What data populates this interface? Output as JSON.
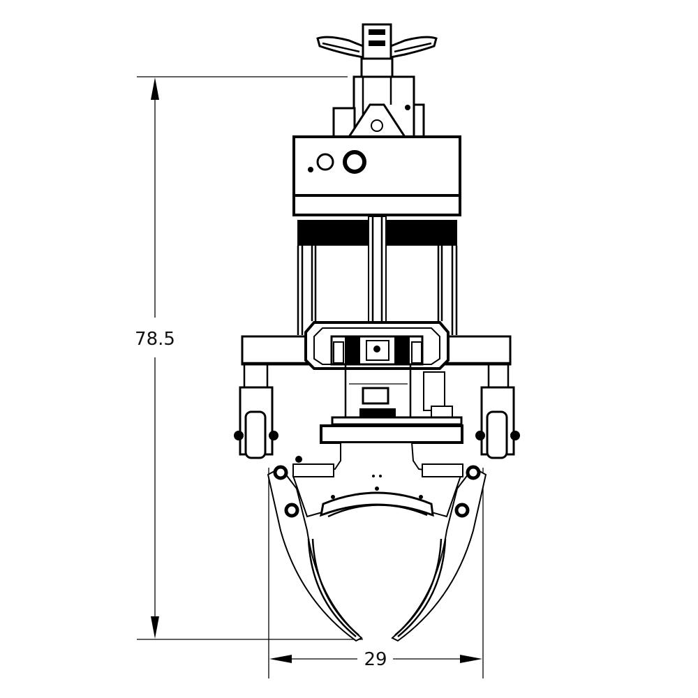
{
  "drawing": {
    "subject": "Drum handler with gripper jaws - front elevation",
    "line_color": "#000000",
    "background_color": "#ffffff"
  },
  "dimensions": {
    "height": {
      "value": "78.5",
      "orientation": "vertical"
    },
    "width": {
      "value": "29",
      "orientation": "horizontal"
    }
  }
}
